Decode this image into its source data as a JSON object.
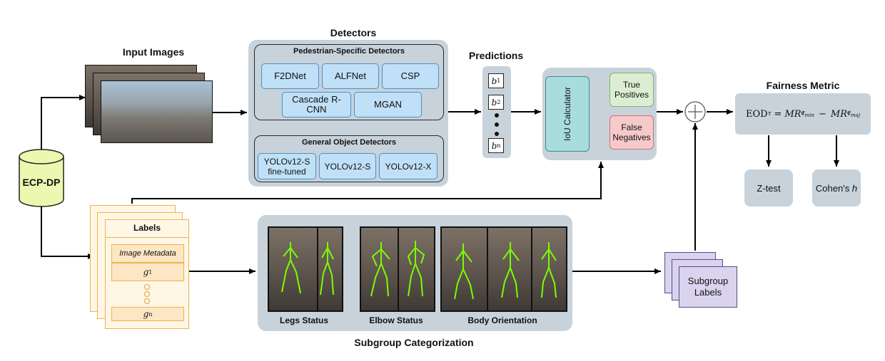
{
  "titles": {
    "input_images": "Input Images",
    "detectors": "Detectors",
    "predictions": "Predictions",
    "fairness_metric": "Fairness Metric",
    "subgroup_categorization": "Subgroup Categorization"
  },
  "dataset": {
    "label": "ECP-DP"
  },
  "detectors": {
    "pedestrian_title": "Pedestrian-Specific Detectors",
    "pedestrian": [
      "F2DNet",
      "ALFNet",
      "CSP",
      "Cascade R-CNN",
      "MGAN"
    ],
    "general_title": "General Object Detectors",
    "general": [
      "YOLOv12-S\nfine-tuned",
      "YOLOv12-S",
      "YOLOv12-X"
    ]
  },
  "predictions": {
    "items": [
      "b",
      "b",
      "b"
    ],
    "subs": [
      "1",
      "2",
      "n"
    ]
  },
  "matching": {
    "iou_label": "IoU Calculator",
    "true_positives": "True\nPositives",
    "false_negatives": "False\nNegatives"
  },
  "fairness": {
    "formula_lhs": "EOD",
    "tests": [
      "Z-test",
      "Cohen's "
    ],
    "cohen_h": "h"
  },
  "labels": {
    "title": "Labels",
    "image_metadata": "Image Metadata",
    "g_first": "g",
    "g_first_sub": "1",
    "g_last": "g",
    "g_last_sub": "n"
  },
  "subgroups": {
    "captions": [
      "Legs Status",
      "Elbow Status",
      "Body Orientation"
    ],
    "labels_box": "Subgroup\nLabels"
  },
  "colors": {
    "panel": "#c8d2da",
    "detector_fill": "#bfe0f7",
    "iou_fill": "#a8dcdd",
    "tp_fill": "#dbeed3",
    "fn_fill": "#f6caca",
    "label_fill": "#fff7e6",
    "subgroup_fill": "#d9d3ee",
    "dataset_fill": "#ecf8b0"
  }
}
